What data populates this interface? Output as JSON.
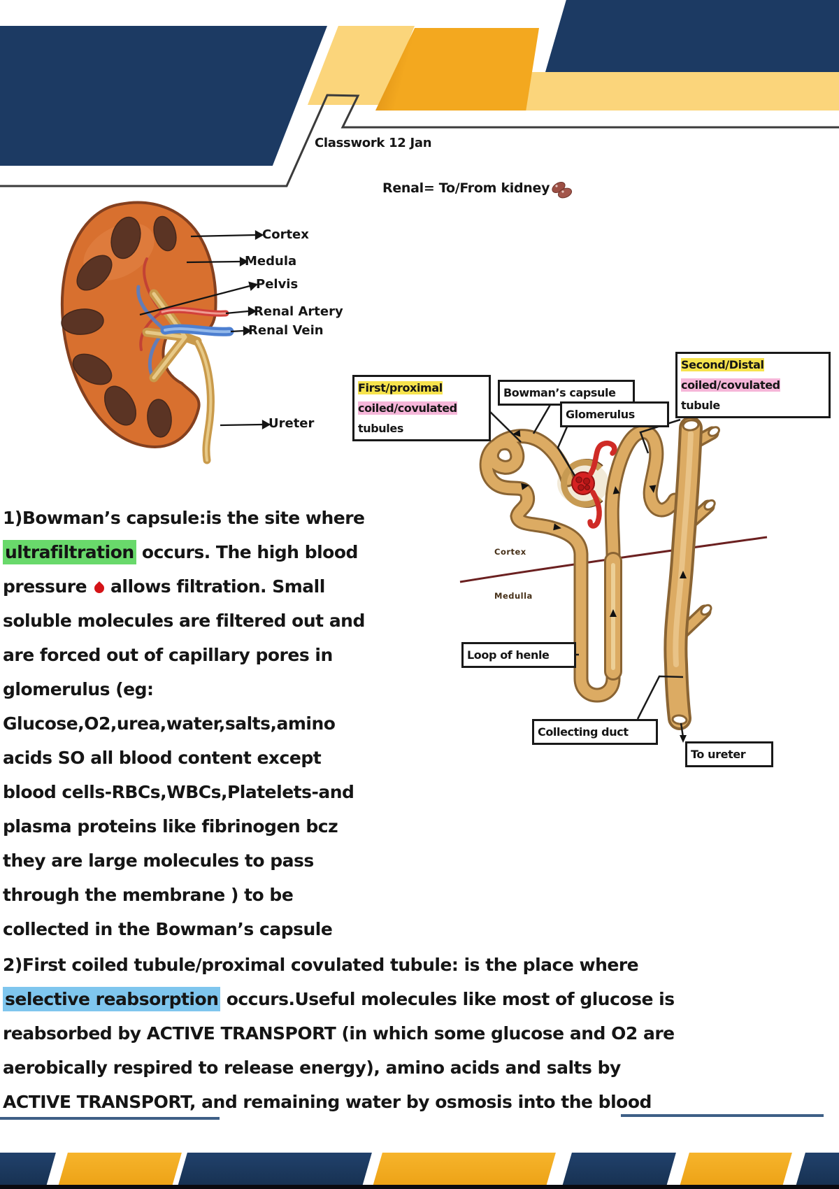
{
  "header": {
    "classwork": "Classwork 12 Jan",
    "note": "Renal= To/From kidney"
  },
  "kidney": {
    "labels": {
      "cortex": "Cortex",
      "medula": "Medula",
      "pelvis": "Pelvis",
      "artery": "Renal Artery",
      "vein": "Renal Vein",
      "ureter": "Ureter"
    }
  },
  "nephron": {
    "first_box": {
      "l1": "First/proximal",
      "l2": "coiled/covulated",
      "l3": "tubules"
    },
    "bowman_box": "Bowman’s capsule",
    "glomerulus_box": "Glomerulus",
    "second_box": {
      "l1": "Second/Distal",
      "l2": "coiled/covulated",
      "l3": "tubule"
    },
    "loop_box": "Loop of henle",
    "collecting_box": "Collecting duct",
    "to_ureter_box": "To ureter",
    "cortex_small": "Cortex",
    "medulla_small": "Medulla"
  },
  "p1": {
    "l1": "1)Bowman’s capsule:is the site where",
    "l2_hl": "ultrafiltration",
    "l2_rest": " occurs. The high blood",
    "l3_a": "pressure",
    "l3_b": "allows filtration. Small",
    "l4": "soluble molecules are filtered out and",
    "l5": "are forced out of capillary pores in",
    "l6": "glomerulus (eg:",
    "l7": "Glucose,O2,urea,water,salts,amino",
    "l8": "acids SO all blood content except",
    "l9": "blood cells-RBCs,WBCs,Platelets-and",
    "l10": "plasma proteins like fibrinogen bcz",
    "l11": "they are large molecules to pass",
    "l12": "through the membrane ) to be",
    "l13": "collected in the Bowman’s capsule"
  },
  "p2": {
    "l1": "2)First coiled tubule/proximal covulated tubule: is the place where",
    "l2_hl": "selective reabsorption",
    "l2_rest": " occurs.Useful molecules like most of glucose is",
    "l3": "reabsorbed by ACTIVE TRANSPORT (in which some glucose and O2 are",
    "l4": "aerobically respired to release energy), amino acids and salts by",
    "l5": "ACTIVE TRANSPORT, and remaining water by osmosis into the blood"
  },
  "colors": {
    "navy": "#1c3a63",
    "amber": "#f2a51f",
    "pale_yellow": "#fbd57b",
    "highlight_green": "#69d96b",
    "highlight_blue": "#7fc6ee",
    "highlight_yellow": "#f6e34d",
    "highlight_pink": "#f6b6d9"
  }
}
